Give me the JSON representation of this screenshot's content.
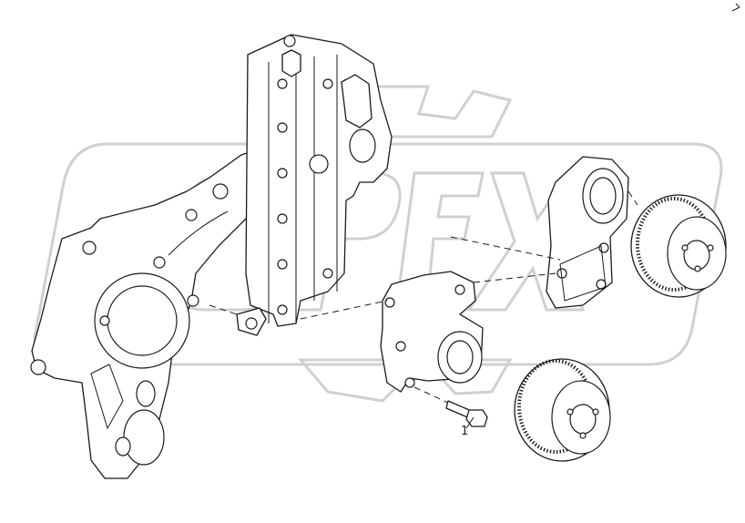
{
  "diagram": {
    "callouts": [
      {
        "id": "part-1",
        "label": "1"
      }
    ],
    "watermark": "OPEX",
    "parts": [
      "timing-gear-housing",
      "cover-plate",
      "bracket",
      "belt-tensioner",
      "timing-gear-upper",
      "timing-gear-lower",
      "bolt"
    ]
  }
}
